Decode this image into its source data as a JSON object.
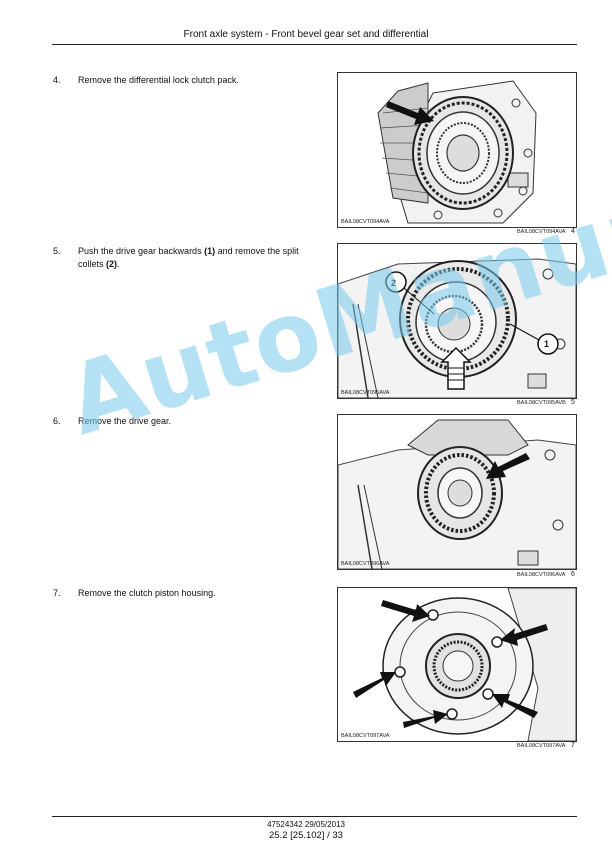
{
  "header": {
    "title": "Front axle system - Front bevel gear set and differential"
  },
  "steps": [
    {
      "num": "4.",
      "text": "Remove the differential lock clutch pack.",
      "figure_code": "BAIL08CVT094AVA",
      "caption": "BAIL08CVT094AVA",
      "figure_num": "4",
      "illustration": "differential-lock-clutch-pack-photo"
    },
    {
      "num": "5.",
      "text_parts": [
        "Push the drive gear backwards ",
        "(1)",
        " and remove the split collets ",
        "(2)",
        "."
      ],
      "figure_code": "BAIL08CVT095AVA",
      "caption": "BAIL08CVT095AVB",
      "figure_num": "5",
      "callouts": [
        "1",
        "2"
      ],
      "illustration": "drive-gear-split-collets-photo"
    },
    {
      "num": "6.",
      "text": "Remove the drive gear.",
      "figure_code": "BAIL08CVT096AVA",
      "caption": "BAIL08CVT096AVA",
      "figure_num": "6",
      "illustration": "drive-gear-photo"
    },
    {
      "num": "7.",
      "text": "Remove the clutch piston housing.",
      "figure_code": "BAIL08CVT097AVA",
      "caption": "BAIL08CVT097AVA",
      "figure_num": "7",
      "illustration": "clutch-piston-housing-photo"
    }
  ],
  "watermark": "AutoManual",
  "footer": {
    "doc_ref": "47524342 29/05/2013",
    "page_ref": "25.2 [25.102] / 33"
  }
}
